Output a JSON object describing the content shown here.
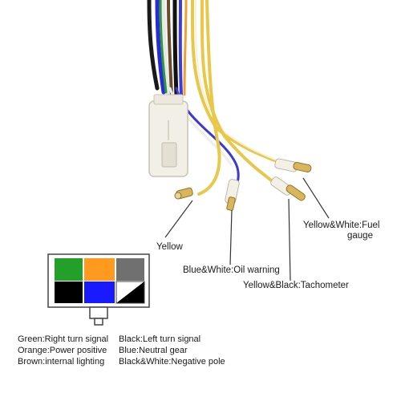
{
  "labels": {
    "yellow": "Yellow",
    "blue_white": "Blue&White:Oil warning",
    "yellow_black": "Yellow&Black:Tachometer",
    "yellow_white_line1": "Yellow&White:Fuel",
    "yellow_white_line2": "gauge"
  },
  "connector_grid": {
    "cells": [
      {
        "color": "#22a02a",
        "name": "Green"
      },
      {
        "color": "#ff9a1f",
        "name": "Orange"
      },
      {
        "color": "#707070",
        "name": "Gray"
      },
      {
        "color": "#000000",
        "name": "Black"
      },
      {
        "color": "#1a1aff",
        "name": "Blue"
      },
      {
        "color": "#000000",
        "name": "Black&White"
      }
    ]
  },
  "legend": [
    {
      "left": "Green:Right turn signal",
      "right": "Black:Left turn signal"
    },
    {
      "left": "Orange:Power positive",
      "right": "Blue:Neutral gear"
    },
    {
      "left": "Brown:internal lighting",
      "right": "Black&White:Negative pole"
    }
  ],
  "colors": {
    "yellow_wire": "#e8c84a",
    "blue_wire": "#3a3ad0",
    "white_wire": "#f4f4f0",
    "black_wire": "#1a1a1a",
    "connector_body": "#f2efe6",
    "brass": "#d9b65a"
  }
}
